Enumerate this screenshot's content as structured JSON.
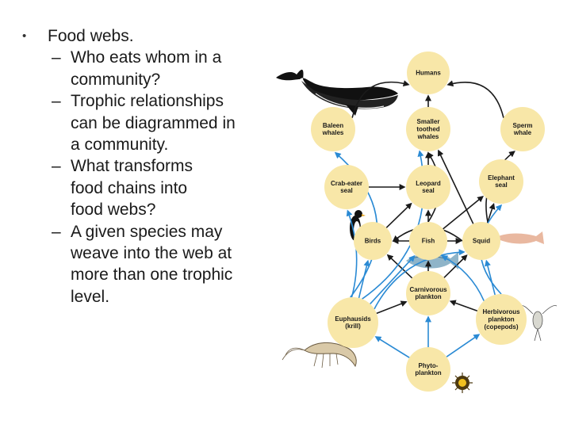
{
  "bullets": {
    "main": "Food webs.",
    "subs": [
      {
        "lines": [
          "Who eats whom in a",
          "community?"
        ]
      },
      {
        "lines": [
          "Trophic relationships",
          "can be diagrammed in",
          "a community."
        ]
      },
      {
        "lines": [
          "What transforms",
          "food chains into",
          "food webs?"
        ]
      },
      {
        "lines": [
          "A given species may",
          "weave into the web at",
          "more than one trophic",
          "level."
        ]
      }
    ]
  },
  "diagram": {
    "colors": {
      "node": "#f8e7a8",
      "arrow_blue": "#2a8ad4",
      "arrow_black": "#1a1a1a"
    },
    "nodes": {
      "humans": [
        "Humans"
      ],
      "baleen": [
        "Baleen",
        "whales"
      ],
      "smaller": [
        "Smaller",
        "toothed",
        "whales"
      ],
      "sperm": [
        "Sperm",
        "whale"
      ],
      "crabeater": [
        "Crab-eater",
        "seal"
      ],
      "leopard": [
        "Leopard",
        "seal"
      ],
      "elephant": [
        "Elephant",
        "seal"
      ],
      "birds": [
        "Birds"
      ],
      "fish": [
        "Fish"
      ],
      "squid": [
        "Squid"
      ],
      "carnplank": [
        "Carnivorous",
        "plankton"
      ],
      "krill": [
        "Euphausids",
        "(krill)"
      ],
      "herbplank": [
        "Herbivorous",
        "plankton",
        "(copepods)"
      ],
      "phyto": [
        "Phyto-",
        "plankton"
      ]
    }
  }
}
